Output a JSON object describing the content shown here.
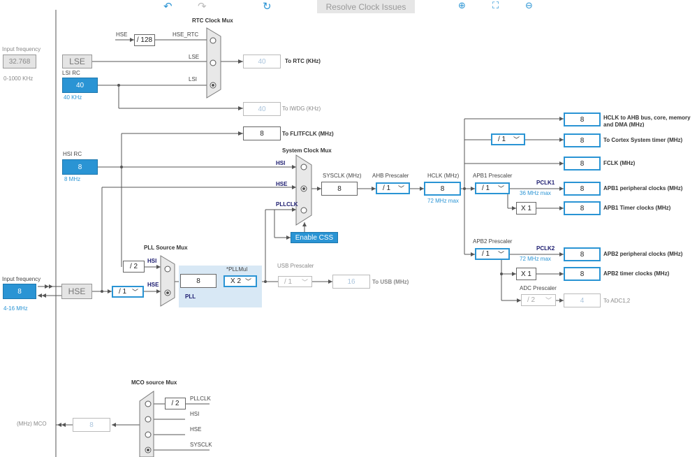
{
  "toolbar": {
    "resolve_label": "Resolve Clock Issues"
  },
  "input_left": {
    "lse_caption": "Input frequency",
    "lse_value": "32.768",
    "lse_range": "0-1000 KHz",
    "hse_caption": "Input frequency",
    "hse_value": "8",
    "hse_range": "4-16 MHz"
  },
  "rtc": {
    "mux_title": "RTC Clock Mux",
    "hse_label": "HSE",
    "div128": "/ 128",
    "hse_rtc": "HSE_RTC",
    "lse": "LSE",
    "lsi": "LSI",
    "out_value": "40",
    "out_label": "To RTC (KHz)"
  },
  "lse_block": {
    "label": "LSE"
  },
  "lsi": {
    "title": "LSI RC",
    "value": "40",
    "unit": "40 KHz"
  },
  "iwdg": {
    "value": "40",
    "label": "To IWDG (KHz)"
  },
  "flit": {
    "value": "8",
    "label": "To FLITFCLK (MHz)"
  },
  "hsi": {
    "title": "HSI RC",
    "value": "8",
    "unit": "8 MHz"
  },
  "sysmux": {
    "title": "System Clock Mux",
    "hsi": "HSI",
    "hse": "HSE",
    "pllclk": "PLLCLK",
    "css": "Enable CSS"
  },
  "sysclk": {
    "label": "SYSCLK (MHz)",
    "value": "8"
  },
  "ahb": {
    "label": "AHB Prescaler",
    "value": "/ 1"
  },
  "hclk": {
    "label": "HCLK (MHz)",
    "value": "8",
    "max": "72 MHz max"
  },
  "apb1": {
    "label": "APB1 Prescaler",
    "value": "/ 1",
    "pclk": "PCLK1",
    "max": "36 MHz max",
    "x1": "X 1"
  },
  "apb2": {
    "label": "APB2 Prescaler",
    "value": "/ 1",
    "pclk": "PCLK2",
    "max": "72 MHz max",
    "x1": "X 1"
  },
  "cortex": {
    "value": "/ 1"
  },
  "outputs": {
    "hclk_ahb": {
      "value": "8",
      "label": "HCLK to AHB bus, core, memory and DMA (MHz)"
    },
    "cortex": {
      "value": "8",
      "label": "To Cortex System timer (MHz)"
    },
    "fclk": {
      "value": "8",
      "label": "FCLK (MHz)"
    },
    "apb1_periph": {
      "value": "8",
      "label": "APB1 peripheral clocks (MHz)"
    },
    "apb1_timer": {
      "value": "8",
      "label": "APB1 Timer clocks (MHz)"
    },
    "apb2_periph": {
      "value": "8",
      "label": "APB2 peripheral clocks (MHz)"
    },
    "apb2_timer": {
      "value": "8",
      "label": "APB2 timer clocks (MHz)"
    }
  },
  "adc": {
    "label": "ADC Prescaler",
    "value": "/ 2",
    "out": "4",
    "out_label": "To ADC1,2"
  },
  "pll": {
    "src_title": "PLL Source Mux",
    "div2": "/ 2",
    "hsi": "HSI",
    "hse": "HSE",
    "hse_div": "/ 1",
    "value": "8",
    "mul_label": "*PLLMul",
    "mul": "X 2",
    "name": "PLL"
  },
  "hse_block": {
    "label": "HSE"
  },
  "usb": {
    "label": "USB Prescaler",
    "value": "/ 1",
    "out": "16",
    "out_label": "To USB (MHz)"
  },
  "mco": {
    "title": "MCO source Mux",
    "div2": "/ 2",
    "pllclk": "PLLCLK",
    "hsi": "HSI",
    "hse": "HSE",
    "sysclk": "SYSCLK",
    "value": "8",
    "label": "(MHz) MCO"
  }
}
